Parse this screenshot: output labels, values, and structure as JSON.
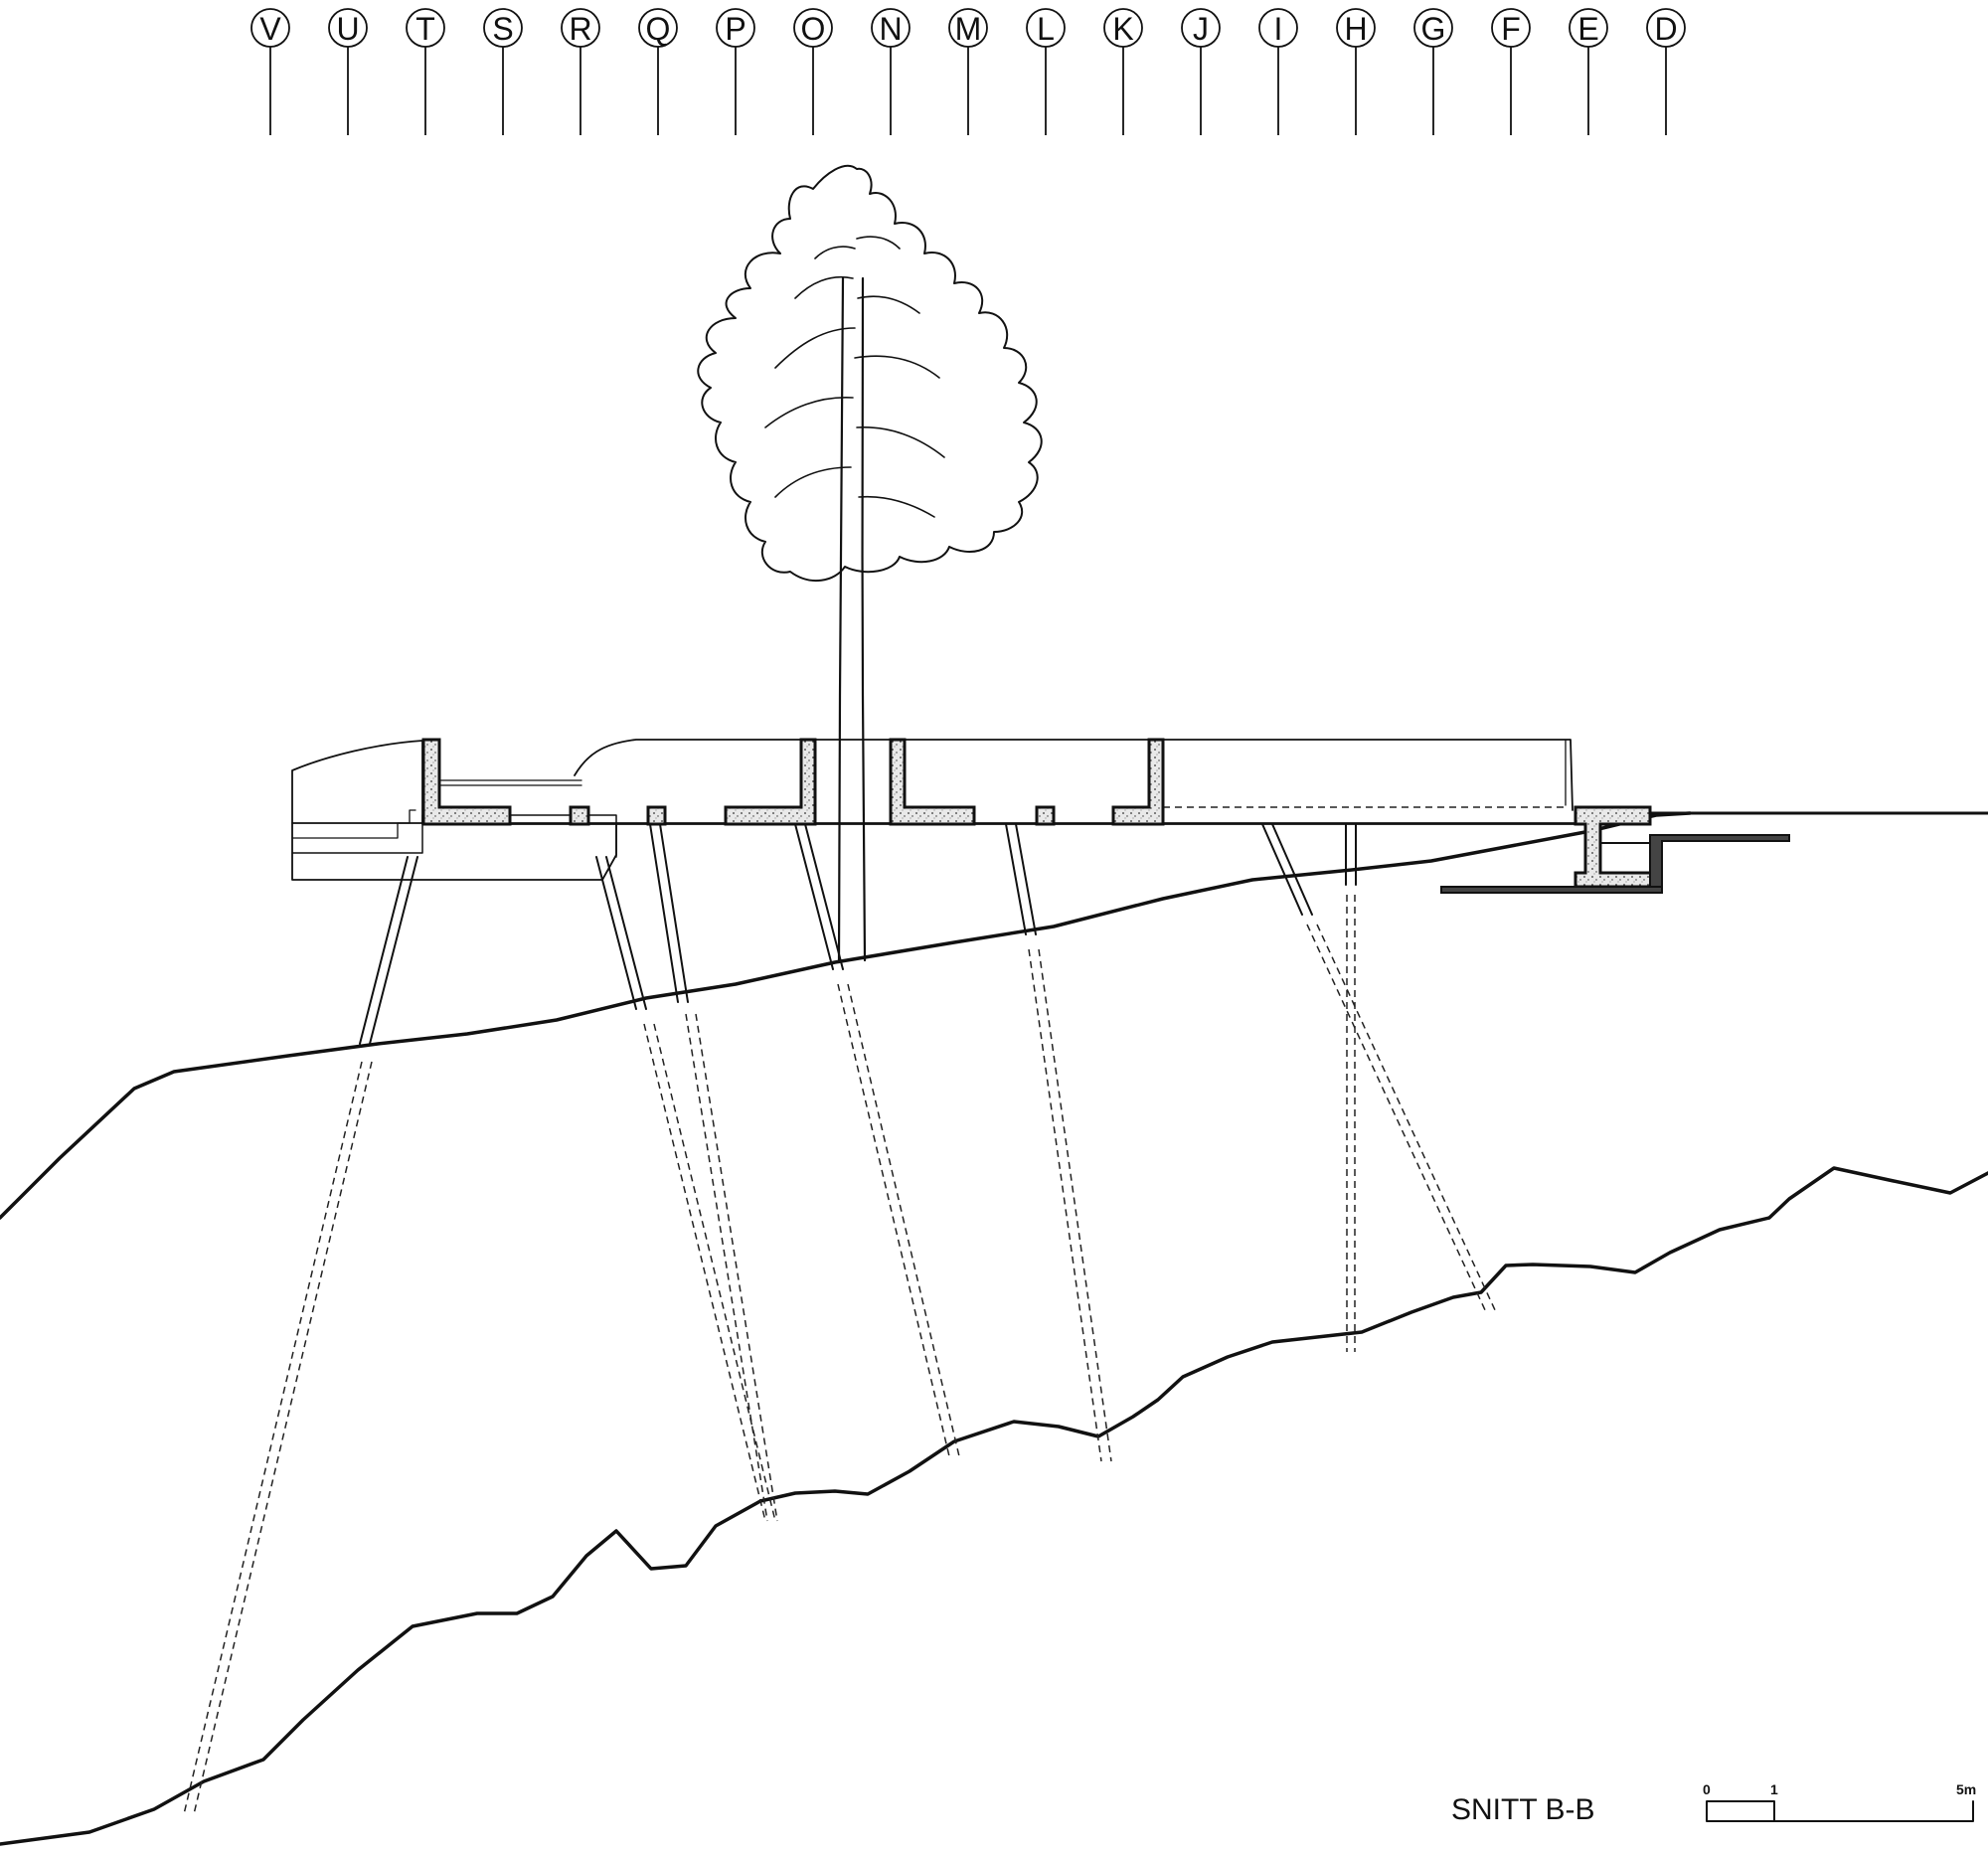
{
  "title": "SNITT B-B",
  "grid_axes": [
    "V",
    "U",
    "T",
    "S",
    "R",
    "Q",
    "P",
    "O",
    "N",
    "M",
    "L",
    "K",
    "J",
    "I",
    "H",
    "G",
    "F",
    "E",
    "D"
  ],
  "scale_bar": {
    "labels": [
      "0",
      "1",
      "5m"
    ]
  },
  "colors": {
    "ink": "#111111",
    "background": "#ffffff",
    "concrete_fill": "#d6d6d6"
  }
}
